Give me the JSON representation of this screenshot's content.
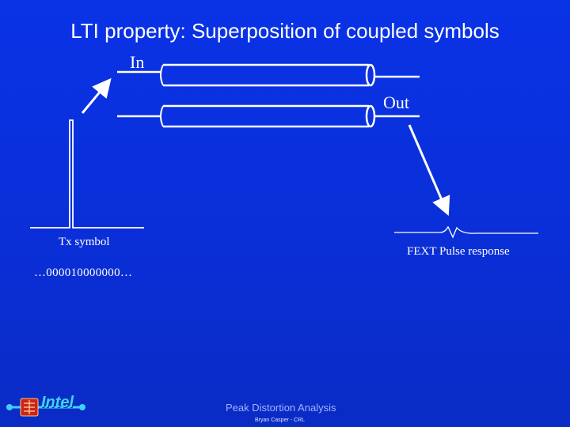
{
  "slide": {
    "title": "LTI property: Superposition of coupled symbols"
  },
  "diagram": {
    "in_label": "In",
    "out_label": "Out",
    "tx_label": "Tx symbol",
    "fext_label": "FEXT Pulse response",
    "sequence_text": "…000010000000…"
  },
  "footer": {
    "title": "Peak Distortion Analysis",
    "author": "Bryan Casper - CRL",
    "logo_text": "Intel"
  },
  "colors": {
    "background": "#0a33e6",
    "line": "#ffffff",
    "footer_text": "#9fb4ff",
    "logo_accent": "#3fd0ff"
  }
}
